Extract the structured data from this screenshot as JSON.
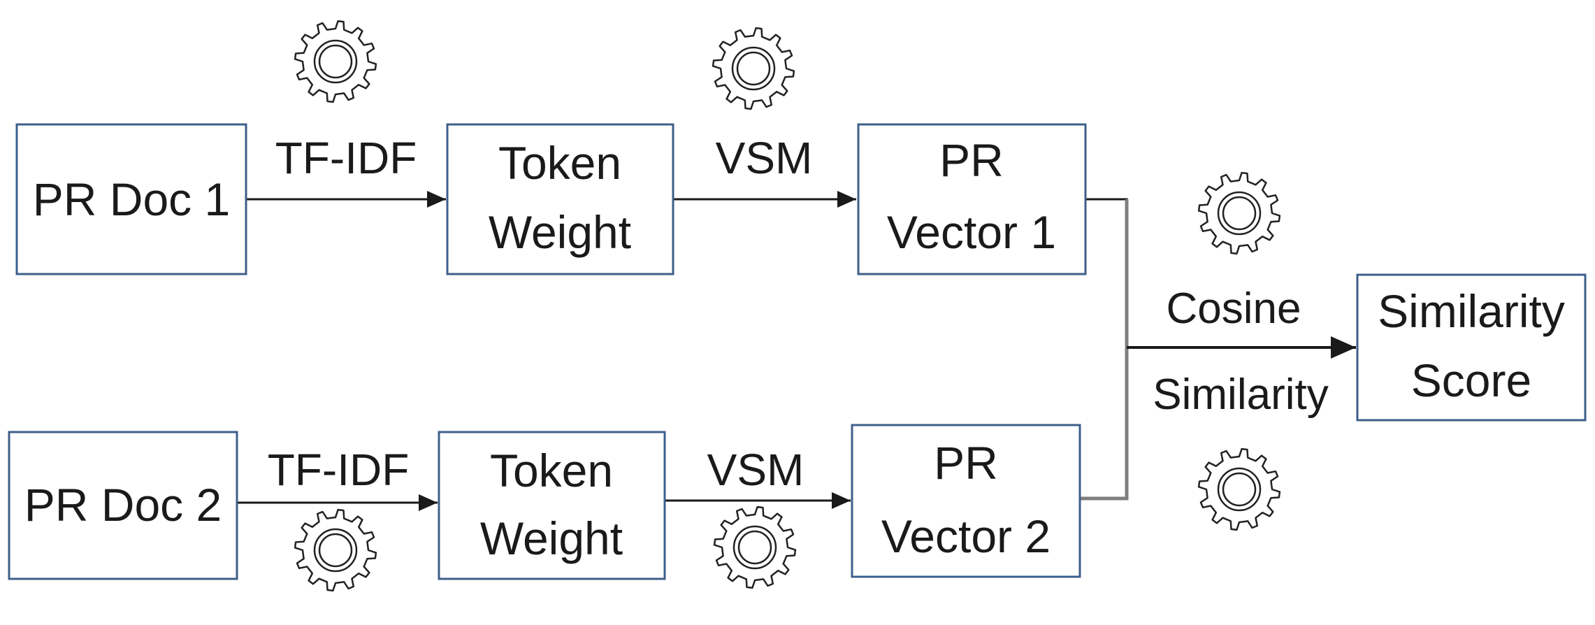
{
  "nodes": {
    "doc1": {
      "lines": [
        "PR Doc 1"
      ]
    },
    "weight1": {
      "lines": [
        "Token",
        "Weight"
      ]
    },
    "vector1": {
      "lines": [
        "PR",
        "Vector 1"
      ]
    },
    "doc2": {
      "lines": [
        "PR Doc 2"
      ]
    },
    "weight2": {
      "lines": [
        "Token",
        "Weight"
      ]
    },
    "vector2": {
      "lines": [
        "PR",
        "Vector 2"
      ]
    },
    "score": {
      "lines": [
        "Similarity",
        "Score"
      ]
    }
  },
  "edges": {
    "tfidf1": "TF-IDF",
    "vsm1": "VSM",
    "tfidf2": "TF-IDF",
    "vsm2": "VSM",
    "cosine_line1": "Cosine",
    "cosine_line2": "Similarity"
  },
  "icons": [
    "gear-icon"
  ],
  "colors": {
    "box_border": "#3e5f8a",
    "arrow": "#1a1a1a",
    "merge_line": "#7f7f7f"
  }
}
